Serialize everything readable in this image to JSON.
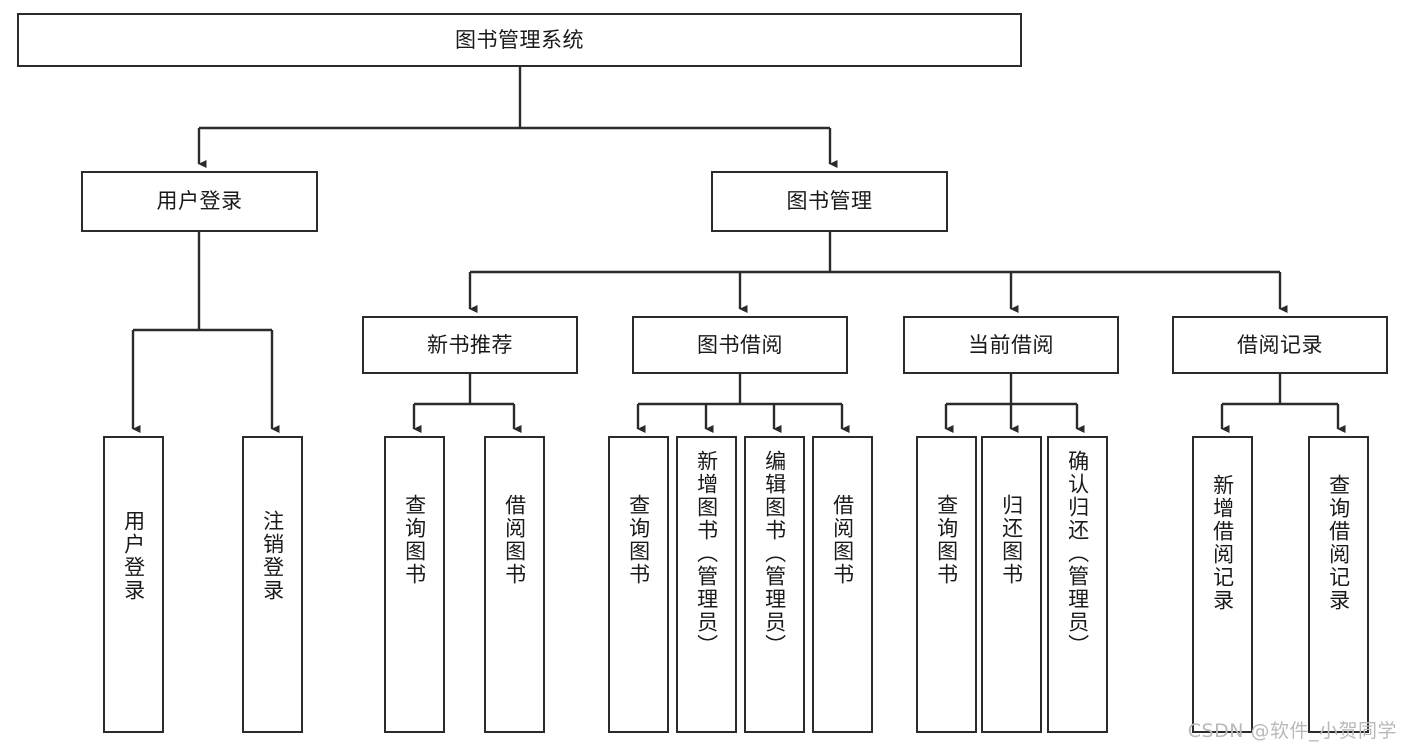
{
  "diagram": {
    "type": "tree",
    "title": "图书管理系统",
    "watermark": "CSDN @软件_小贺同学",
    "stroke_color": "#2b2b2b",
    "fill_color": "#ffffff",
    "text_color": "#1a1a1a",
    "nodes": {
      "root": {
        "label": "图书管理系统"
      },
      "level2": [
        {
          "id": "user-login",
          "label": "用户登录"
        },
        {
          "id": "book-management",
          "label": "图书管理"
        }
      ],
      "level3": [
        {
          "id": "new-book-recommend",
          "label": "新书推荐"
        },
        {
          "id": "book-borrow",
          "label": "图书借阅"
        },
        {
          "id": "current-borrow",
          "label": "当前借阅"
        },
        {
          "id": "borrow-record",
          "label": "借阅记录"
        }
      ],
      "leaves": {
        "user_login": [
          {
            "id": "leaf-user-login",
            "label": "用户登录"
          },
          {
            "id": "leaf-logout-login",
            "label": "注销登录"
          }
        ],
        "new_book_recommend": [
          {
            "id": "leaf-query-book-1",
            "label": "查询图书"
          },
          {
            "id": "leaf-borrow-book-1",
            "label": "借阅图书"
          }
        ],
        "book_borrow": [
          {
            "id": "leaf-query-book-2",
            "label": "查询图书"
          },
          {
            "id": "leaf-add-book-admin",
            "label": "新增图书（管理员）"
          },
          {
            "id": "leaf-edit-book-admin",
            "label": "编辑图书（管理员）"
          },
          {
            "id": "leaf-borrow-book-2",
            "label": "借阅图书"
          }
        ],
        "current_borrow": [
          {
            "id": "leaf-query-book-3",
            "label": "查询图书"
          },
          {
            "id": "leaf-return-book",
            "label": "归还图书"
          },
          {
            "id": "leaf-confirm-return-admin",
            "label": "确认归还（管理员）"
          }
        ],
        "borrow_record": [
          {
            "id": "leaf-add-borrow-record",
            "label": "新增借阅记录"
          },
          {
            "id": "leaf-query-borrow-record",
            "label": "查询借阅记录"
          }
        ]
      }
    }
  }
}
